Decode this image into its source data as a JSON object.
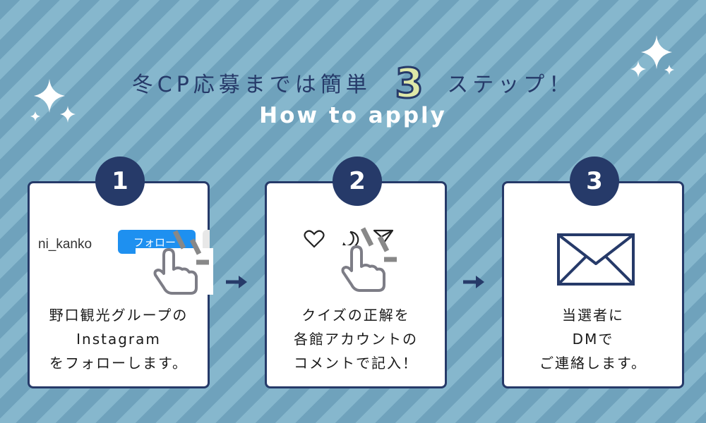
{
  "header": {
    "title_pre": "冬CP応募までは簡単",
    "title_num": "3",
    "title_post": "ステップ！",
    "subtitle": "How to apply"
  },
  "steps": [
    {
      "number": "1",
      "illustration": {
        "handle": "ni_kanko",
        "button": "フォロー",
        "icon": "pointing-hand-icon"
      },
      "lines": [
        "野口観光グループの",
        "Instagram",
        "をフォローします。"
      ]
    },
    {
      "number": "2",
      "illustration": {
        "icons": [
          "heart-icon",
          "comment-icon",
          "send-icon",
          "pointing-hand-icon"
        ]
      },
      "lines": [
        "クイズの正解を",
        "各館アカウントの",
        "コメントで記入！"
      ]
    },
    {
      "number": "3",
      "illustration": {
        "icon": "envelope-icon"
      },
      "lines": [
        "当選者に",
        "DMで",
        "ご連絡します。"
      ]
    }
  ],
  "colors": {
    "navy": "#263a69",
    "stripe_dark": "#6fa2bc",
    "stripe_light": "#86b7cd",
    "accent_yellow": "#dfe8a8",
    "follow_blue": "#1e90f0"
  }
}
